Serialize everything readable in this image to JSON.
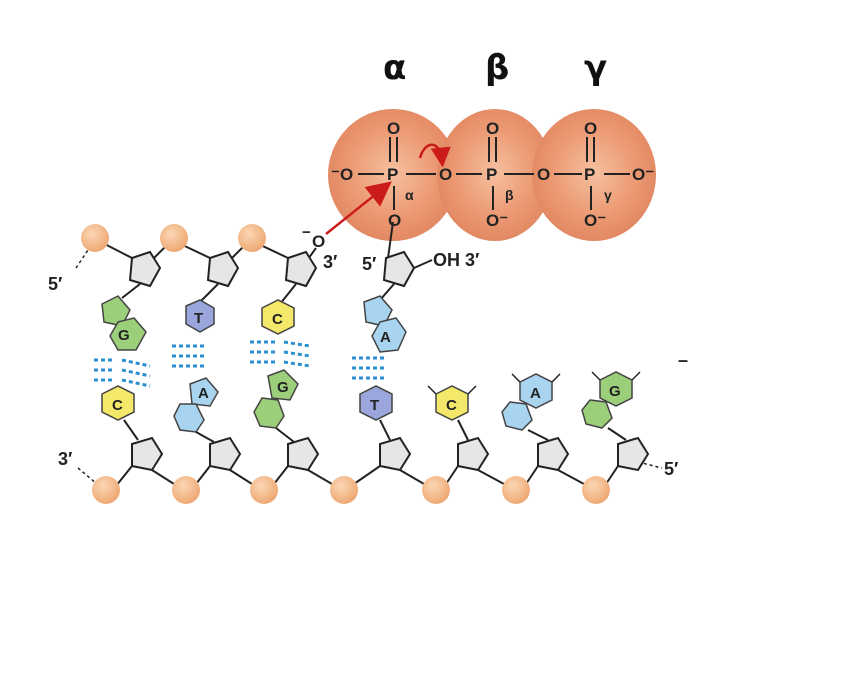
{
  "greek_labels": [
    "α",
    "β",
    "γ"
  ],
  "phosphate_atoms": {
    "o_terminal_left": "⁻O",
    "o_terminal_right": "O⁻",
    "o": "O",
    "p": "P",
    "o_minus": "O⁻",
    "sub_alpha": "α",
    "sub_beta": "β",
    "sub_gamma": "γ"
  },
  "primer_end": {
    "o": "O",
    "minus": "−",
    "three_prime": "3′"
  },
  "incoming": {
    "five_prime": "5′",
    "oh3": "OH 3′"
  },
  "strand_ends": {
    "top_left_5": "5′",
    "bottom_left_3": "3′",
    "bottom_right_5": "5′",
    "dash": "–"
  },
  "top_bases": [
    "G",
    "T",
    "C",
    "A"
  ],
  "bottom_bases": [
    "C",
    "A",
    "G",
    "T",
    "C",
    "A",
    "G"
  ],
  "colors": {
    "phosphate_glow": "#e8946c",
    "backbone_ball": "#f5b98a",
    "sugar": "#e4e6e8",
    "G": "#9ccf7a",
    "C": "#f3e86a",
    "T": "#9aa6dc",
    "A": "#a9d4f0",
    "hbond": "#2a8fd0",
    "arrow": "#cc1b1b"
  }
}
